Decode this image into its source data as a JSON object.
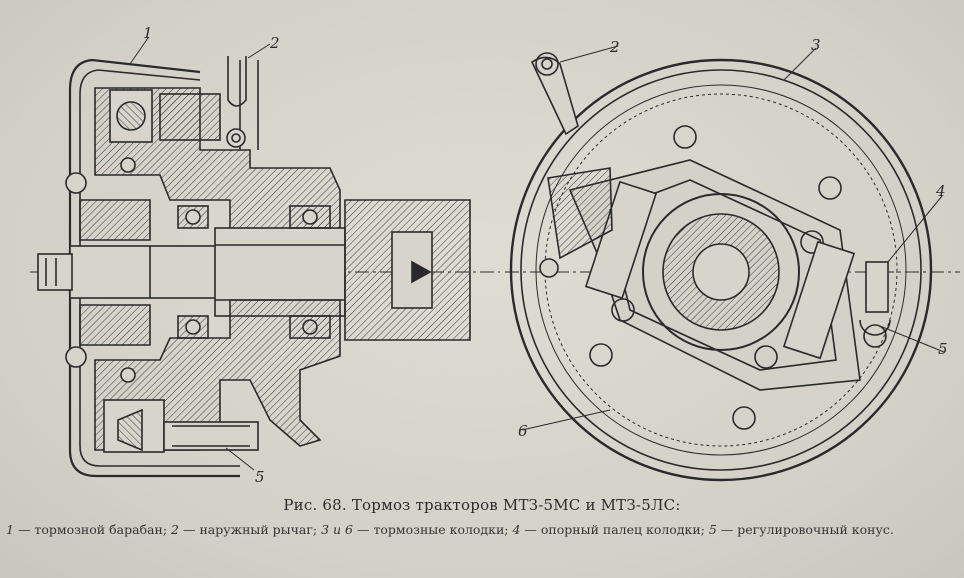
{
  "figure": {
    "callouts_left": [
      "1",
      "2",
      "5"
    ],
    "callouts_right": [
      "2",
      "3",
      "4",
      "5",
      "6"
    ],
    "caption": "Рис. 68. Тормоз тракторов МТЗ-5МС и МТЗ-5ЛС:",
    "legend": [
      {
        "num": "1",
        "text": "тормозной барабан;"
      },
      {
        "num": "2",
        "text": "наружный рычаг;"
      },
      {
        "num": "3 и 6",
        "text": "тормозные колодки;"
      },
      {
        "num": "4",
        "text": "опорный палец колодки;"
      },
      {
        "num": "5",
        "text": "регулировочный конус."
      }
    ],
    "dash": "—"
  }
}
